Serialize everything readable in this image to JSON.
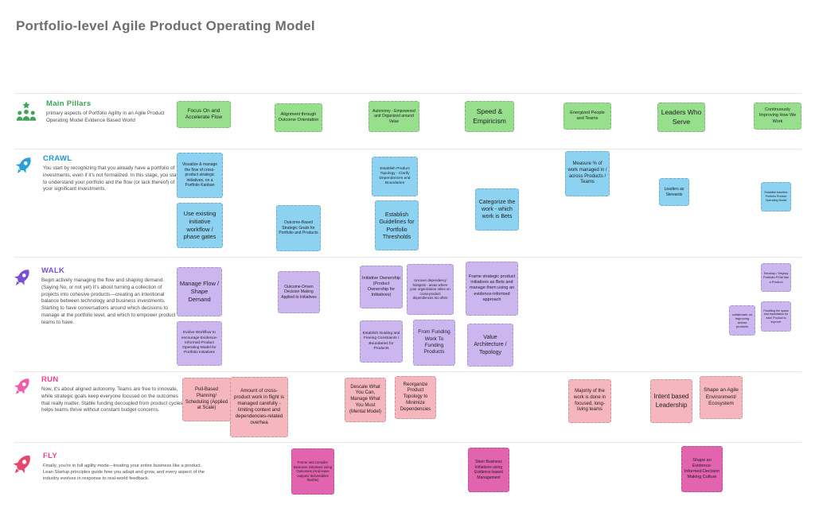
{
  "title": "Portfolio-level Agile Product Operating Model",
  "palette": {
    "title_text": "#6d6e71",
    "pillars_heading": "#3fa455",
    "crawl_heading": "#2196d3",
    "walk_heading": "#7a4fd3",
    "run_heading": "#f0418c",
    "fly_heading": "#f0418c",
    "pillars_card": "#97de8d",
    "crawl_card": "#8ed2f2",
    "walk_card": "#cbb6f0",
    "run_card": "#f6b6bd",
    "fly_card": "#e263ae"
  },
  "rows": [
    {
      "label": "Main Pillars",
      "icon": "team-star-icon",
      "description": "primary aspects of Portfolio Agility in an Agile Product Operating Model Evidence Based World",
      "cards": [
        {
          "text": "Focus On and Accelerate Flow"
        },
        {
          "text": "Alignment through Outcome Orientation"
        },
        {
          "text": "Autonomy - Empowered and Organized around Value"
        },
        {
          "text": "Speed & Empiricism"
        },
        {
          "text": "Energized People and Teams"
        },
        {
          "text": "Leaders Who Serve"
        },
        {
          "text": "Continuously Improving How We Work"
        }
      ]
    },
    {
      "label": "CRAWL",
      "icon": "rocket-icon",
      "description": "You start by recognizing that you already have a portfolio of investments, even if it's not formalized. In this stage, you start to understand your portfolio and the flow (or lack thereof) of your significant investments.",
      "cards": [
        {
          "text": "Visualize & manage the flow of cross-product strategic initiatives, on a Portfolio Kanban"
        },
        {
          "text": "Use existing initiative workflow / phase gates"
        },
        {
          "text": "Outcome-Based Strategic Goals for Portfolio and Products"
        },
        {
          "text": "Establish Product Topology - Clarify Dependences and Boundaries"
        },
        {
          "text": "Establish Guidelines for Portfolio Thresholds"
        },
        {
          "text": "Categorize the work - which work is Bets"
        },
        {
          "text": "Measure % of work managed in / across Products / Teams"
        },
        {
          "text": "Leaders as Stewards"
        },
        {
          "text": "Establish baseline Portfolio Product Operating Model"
        }
      ]
    },
    {
      "label": "WALK",
      "icon": "rocket-icon",
      "description": "Begin actively managing the flow and shaping demand. (Saying No, or not yet) It's about turning a collection of projects into cohesive products—creating an intentional balance between technology and business investments. Starting to have conversations around which decisions to manage at the portfolio level, and which to empower product teams to have.",
      "cards": [
        {
          "text": "Manage Flow / Shape Demand"
        },
        {
          "text": "Evolve Workflow to encourage Evidence-Informed Product Operating Model for Portfolio Initiatives"
        },
        {
          "text": "Outcome-Driven Decision Making Applied to Initiatives"
        },
        {
          "text": "Initiative Ownership (Product Ownership for Initiatives)"
        },
        {
          "text": "Uncover dependency hotspots - areas where your organization relies on cross-product dependences too often"
        },
        {
          "text": "Frame strategic product initiatives as Bets and manage them using an evidence-informed approach"
        },
        {
          "text": "Establish Guiding and Freeing Constraints / Boundaries for Products"
        },
        {
          "text": "From Funding Work To Funding Products"
        },
        {
          "text": "Value Architecture / Topology"
        },
        {
          "text": "Develop / Deploy Portfolio POM like a Product"
        },
        {
          "text": "collaborate on improving across products"
        },
        {
          "text": "Providing the space and expectation for each Product to improve"
        }
      ]
    },
    {
      "label": "RUN",
      "icon": "rocket-icon",
      "description": "Now, it's about aligned autonomy. Teams are free to innovate, while strategic goals keep everyone focused on the outcomes that really matter. Stable funding decoupled from product cycles helps teams thrive without constant budget concerns.",
      "cards": [
        {
          "text": "Pull-Based Planning/ Scheduling (Applied at Scale)"
        },
        {
          "text": "Amount of cross-product work in flight is managed carefully - limiting context and dependencies-related overhea"
        },
        {
          "text": "Descale What You Can, Manage What You Must (Mental Model)"
        },
        {
          "text": "Reorganize Product Topology to Minimize Dependencies"
        },
        {
          "text": "Majority of the work is done in focused, long-living teams"
        },
        {
          "text": "Intent based Leadership"
        },
        {
          "text": "Shape an Agile Environment/ Ecosystem"
        }
      ]
    },
    {
      "label": "FLY",
      "icon": "rocket-icon",
      "description": "Finally, you're in full agility mode—treating your entire business like a product. Lean Startup principles guide how you adapt and grow, and every aspect of the industry evolves in response to real-world feedback.",
      "cards": [
        {
          "text": "Frame and consider Business Initiatives using Outcomes (And leave outputs/ deliverables flexible)"
        },
        {
          "text": "Steer Business Initiatives using Evidence-based Management"
        },
        {
          "text": "Shape an Evidence-Informed Decision Making Culture"
        }
      ]
    }
  ]
}
